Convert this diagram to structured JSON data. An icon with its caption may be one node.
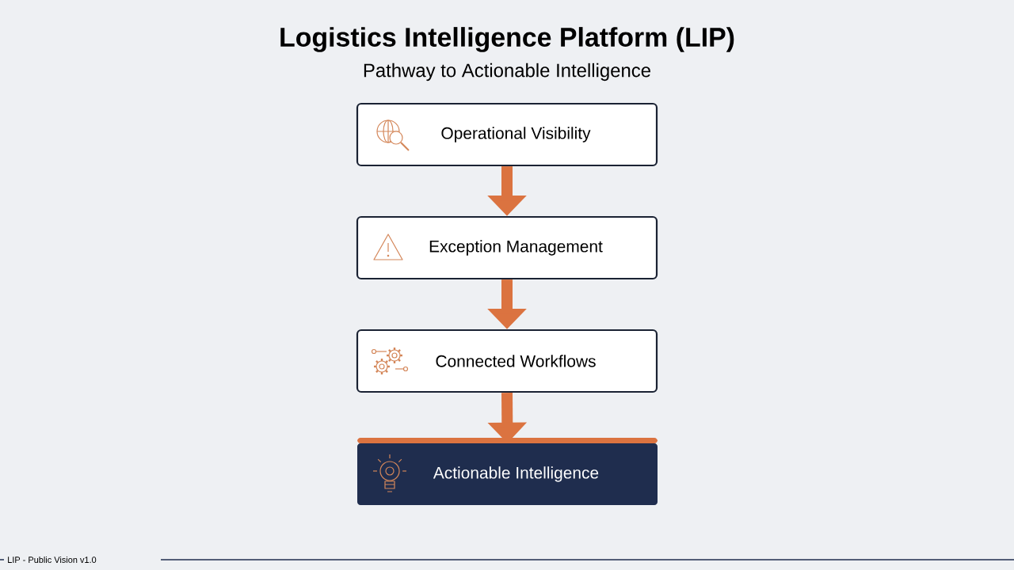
{
  "diagram": {
    "title": "Logistics Intelligence Platform (LIP)",
    "caption": "Pathway to Actionable Intelligence",
    "nodes": [
      {
        "text": [
          "Operational Visibility"
        ]
      },
      {
        "text": [
          "Exception Management"
        ]
      },
      {
        "text": [
          "Connected Workflows"
        ]
      },
      {
        "text": [
          "Actionable Intelligence"
        ]
      }
    ],
    "edges": [
      {
        "from": 0,
        "to": 1,
        "arrow": "to"
      },
      {
        "from": 1,
        "to": 2,
        "arrow": "to"
      },
      {
        "from": 2,
        "to": 3,
        "arrow": "to"
      }
    ],
    "labels": [
      "LIP - Public Vision v1.0"
    ]
  }
}
